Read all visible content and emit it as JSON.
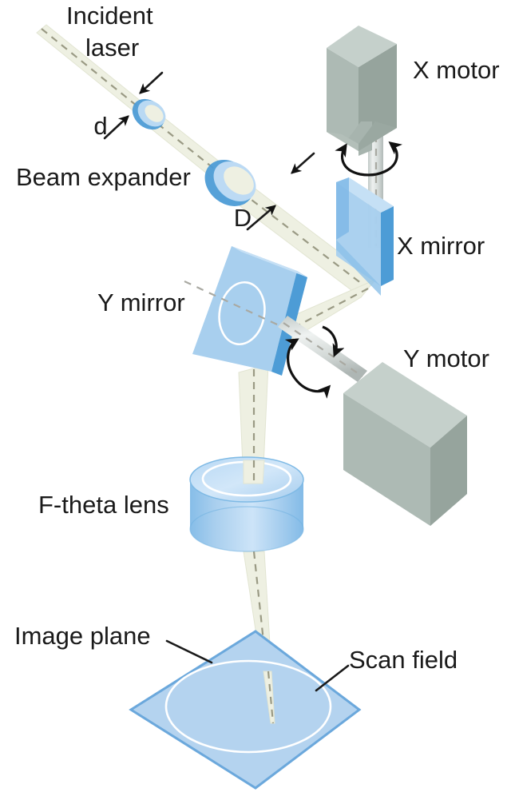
{
  "figure": {
    "title": "Laser galvanometer scanning system schematic",
    "background_color": "#ffffff"
  },
  "labels": {
    "incident_laser_line1": "Incident",
    "incident_laser_line2": "laser",
    "beam_diameter_small": "d",
    "beam_expander": "Beam expander",
    "beam_diameter_large": "D",
    "x_motor": "X motor",
    "x_mirror": "X mirror",
    "y_mirror": "Y mirror",
    "y_motor": "Y motor",
    "f_theta_lens": "F-theta lens",
    "image_plane": "Image plane",
    "scan_field": "Scan field"
  },
  "colors": {
    "beam_fill": "#eef0e2",
    "beam_axis_dash": "#9a9a84",
    "mirror_face": "#a8cfee",
    "mirror_edge": "#4d9cd6",
    "mirror_top": "#c6e0f5",
    "lens_ring_outer": "#4d9cd6",
    "lens_ring_inner": "#bcd9f2",
    "lens_cylinder": "#a9cfee",
    "lens_top_face": "#c9e1f6",
    "motor_top": "#c5d0cb",
    "motor_left": "#adbab4",
    "motor_right": "#96a49d",
    "shaft_light": "#e2e6e5",
    "shaft_mid": "#c3cbc9",
    "image_plane_fill": "#b4d3ef",
    "image_plane_edge": "#6ba8dc",
    "scan_field_ring": "#ffffff",
    "label_text": "#1a1a1a",
    "leader_line": "#1a1a1a"
  },
  "components": [
    {
      "name": "incident-laser-beam",
      "type": "beam",
      "description": "collimated narrow beam entering from upper left"
    },
    {
      "name": "beam-expander-lens-1",
      "type": "lens",
      "description": "small negative lens"
    },
    {
      "name": "beam-expander-lens-2",
      "type": "lens",
      "description": "larger positive lens, output diameter D"
    },
    {
      "name": "x-mirror",
      "type": "mirror",
      "description": "vertical galvanometer mirror driven by X motor"
    },
    {
      "name": "x-motor",
      "type": "motor",
      "description": "gray box motor above X mirror with rotation arrows"
    },
    {
      "name": "y-mirror",
      "type": "mirror",
      "description": "tilted galvanometer mirror driven by Y motor"
    },
    {
      "name": "y-motor",
      "type": "motor",
      "description": "gray box motor at right with diagonal shaft and rotation arrows"
    },
    {
      "name": "f-theta-lens",
      "type": "lens",
      "description": "blue cylindrical flat-field scan lens"
    },
    {
      "name": "image-plane",
      "type": "plane",
      "description": "light blue diamond plane at bottom"
    },
    {
      "name": "scan-field",
      "type": "region",
      "description": "white circular scan field outline on the image plane"
    }
  ]
}
